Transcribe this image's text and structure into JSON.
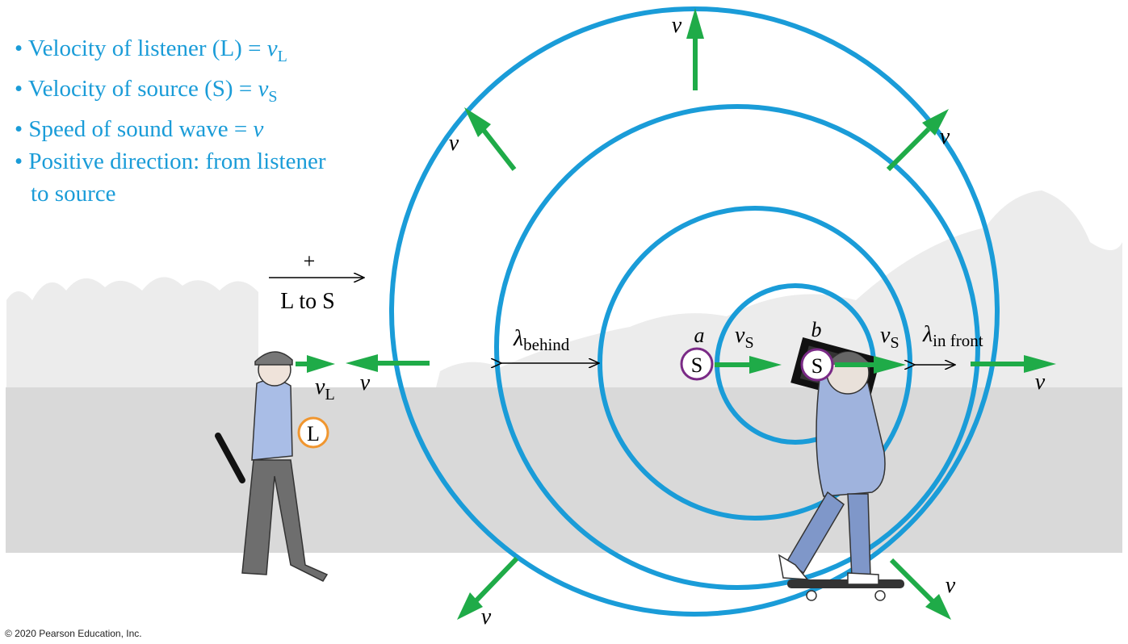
{
  "legend": {
    "bullet": "•",
    "line1": "Velocity of listener (L) = ",
    "line1_sym": "v",
    "line1_sub": "L",
    "line2": "Velocity of source (S) = ",
    "line2_sym": "v",
    "line2_sub": "S",
    "line3": "Speed of sound wave = ",
    "line3_sym": "v",
    "line4": "Positive direction: from listener",
    "line5": "to source"
  },
  "direction": {
    "plus": "+",
    "label": "L to S"
  },
  "labels": {
    "v": "v",
    "vL": "v",
    "vL_sub": "L",
    "vS": "v",
    "vS_sub": "S",
    "lambda": "λ",
    "behind": "behind",
    "in_front": "in front",
    "a": "a",
    "b": "b",
    "S": "S",
    "L": "L"
  },
  "copyright": "© 2020 Pearson Education, Inc.",
  "colors": {
    "wave": "#1a9cd8",
    "arrow": "#1fab48",
    "source_circle": "#7a2a86",
    "listener_circle": "#f0962f",
    "ground": "#d9d9d9",
    "skyline": "#ececec"
  }
}
